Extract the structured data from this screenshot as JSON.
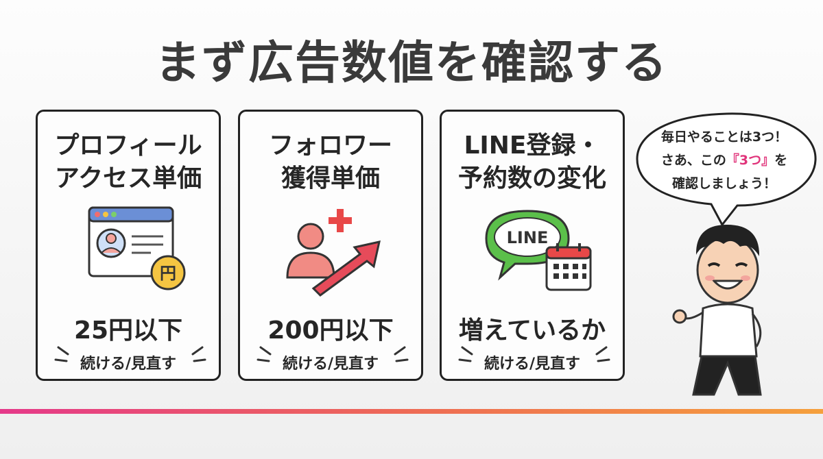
{
  "title": "まず広告数値を確認する",
  "cards": [
    {
      "title_lines": [
        "プロフィール",
        "アクセス単価"
      ],
      "metric": "25円以下",
      "action": "続ける/見直す",
      "icon_label": "円"
    },
    {
      "title_lines": [
        "フォロワー",
        "獲得単価"
      ],
      "metric": "200円以下",
      "action": "続ける/見直す"
    },
    {
      "title_lines": [
        "LINE登録・",
        "予約数の変化"
      ],
      "metric": "増えているか",
      "action": "続ける/見直す",
      "icon_label": "LINE"
    }
  ],
  "bubble": {
    "line1": "毎日やることは3つ！",
    "line2_pre": "さあ、この",
    "line2_hl": "『3つ』",
    "line2_post": "を",
    "line3": "確認しましょう！"
  },
  "colors": {
    "accent_pink": "#e5398a",
    "accent_orange": "#f5a03c",
    "highlight": "#e0337a"
  }
}
